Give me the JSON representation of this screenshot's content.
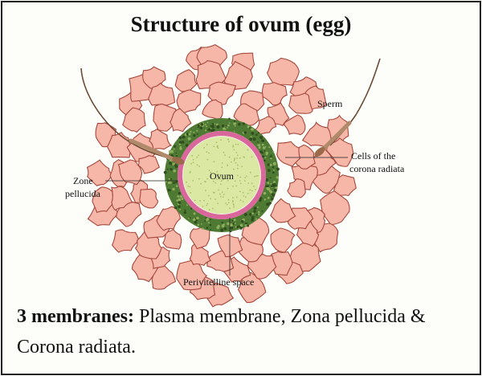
{
  "title": "Structure of ovum (egg)",
  "labels": {
    "sperm": "Sperm",
    "corona_line1": "Cells of the",
    "corona_line2": "corona radiata",
    "zona_line1": "Zone",
    "zona_line2": "pellucida",
    "ovum": "Ovum",
    "perivitelline": "Perivitelline space"
  },
  "caption": {
    "bold": "3 membranes:",
    "text": " Plasma membrane, Zona pellucida & Corona radiata."
  },
  "colors": {
    "corona_cell_fill": "#f6b7a8",
    "corona_cell_stroke": "#a5483c",
    "zona_fill": "#4f7a34",
    "membrane_ring": "#d9679c",
    "ovum_fill": "#dbe8a4",
    "sperm_head": "#9a6a4a"
  }
}
